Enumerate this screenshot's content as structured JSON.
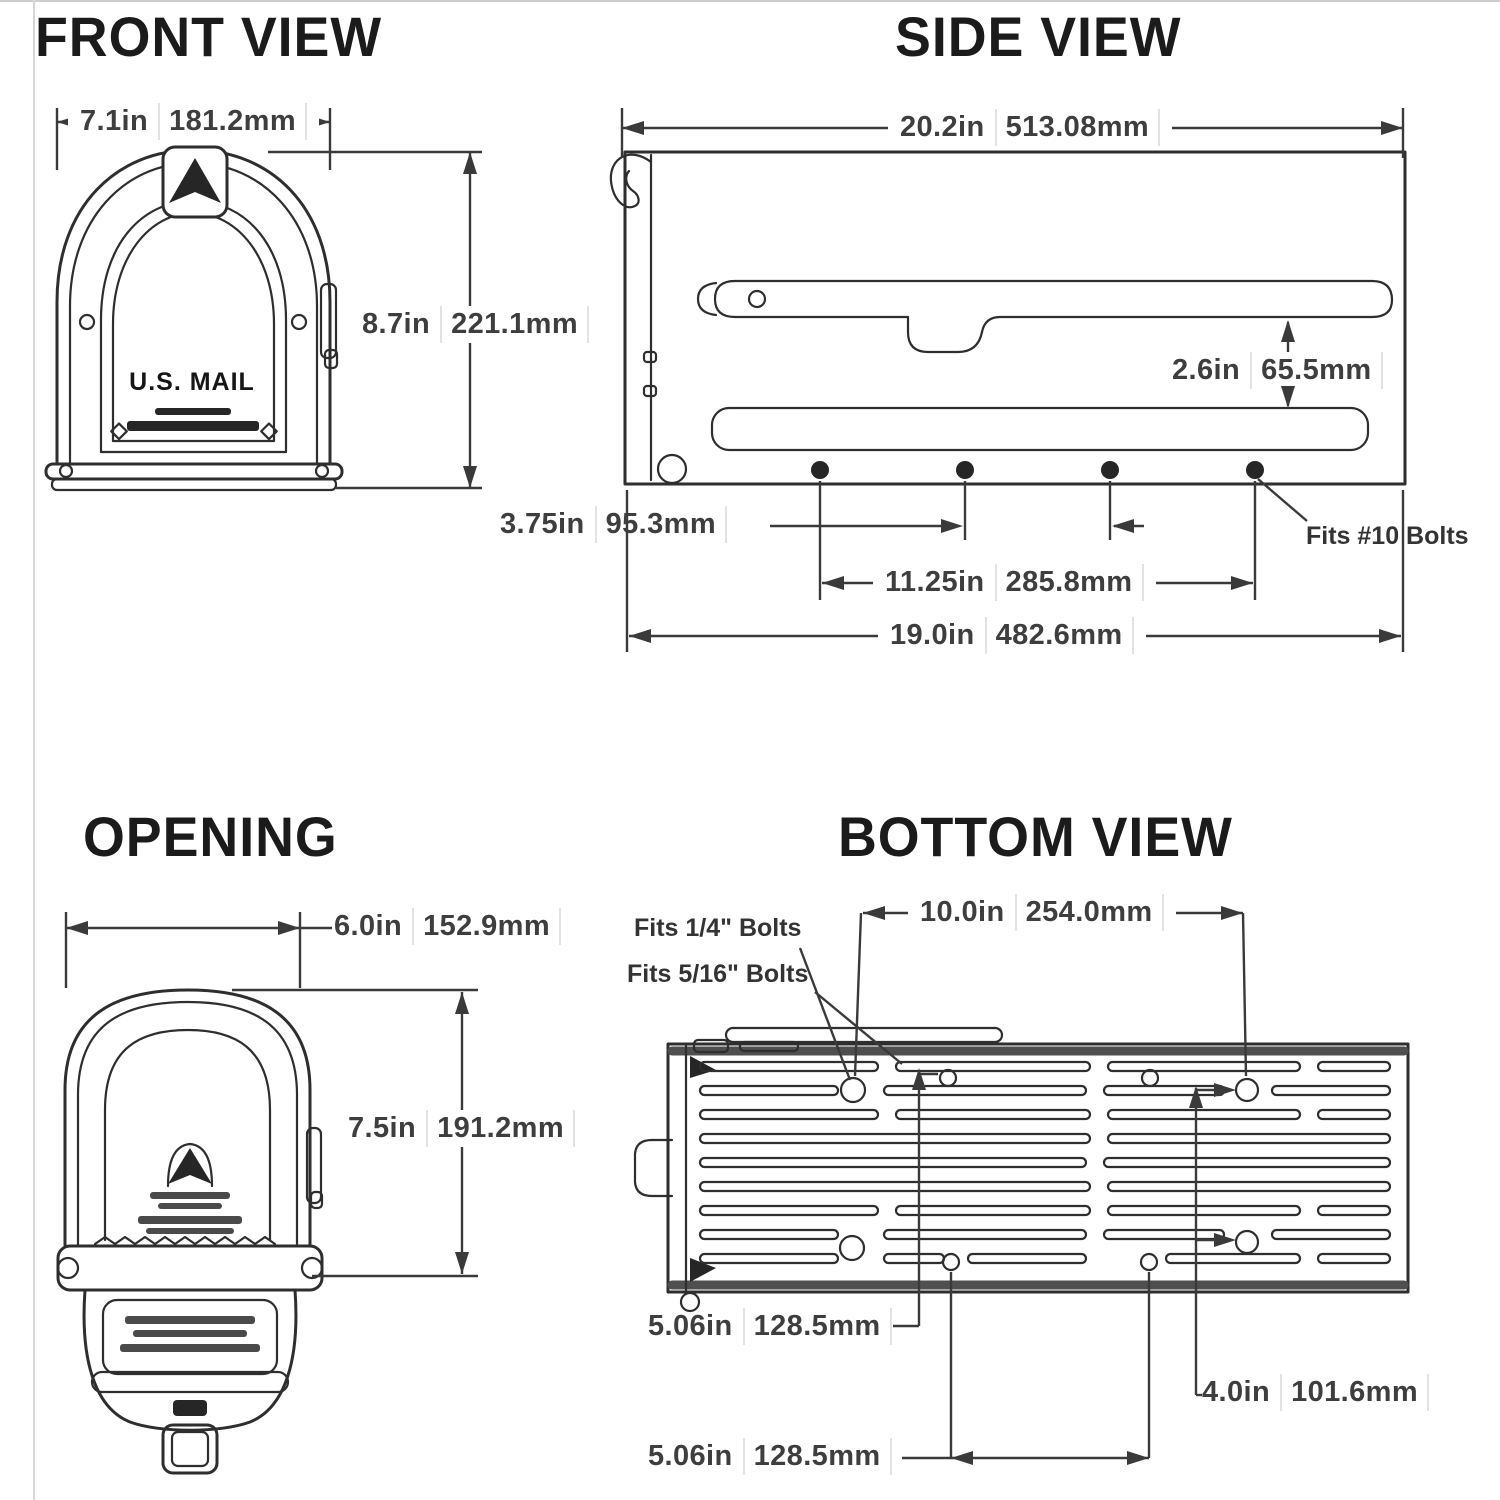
{
  "front_view": {
    "title": "FRONT VIEW",
    "emblem": "U.S. MAIL",
    "dims": {
      "width": {
        "in": "7.1in",
        "mm": "181.2mm"
      },
      "height": {
        "in": "8.7in",
        "mm": "221.1mm"
      }
    }
  },
  "side_view": {
    "title": "SIDE VIEW",
    "dims": {
      "length": {
        "in": "20.2in",
        "mm": "513.08mm"
      },
      "clearance": {
        "in": "2.6in",
        "mm": "65.5mm"
      },
      "bolt_inner": {
        "in": "3.75in",
        "mm": "95.3mm"
      },
      "bolt_outer": {
        "in": "11.25in",
        "mm": "285.8mm"
      },
      "base": {
        "in": "19.0in",
        "mm": "482.6mm"
      }
    },
    "bolt_note": "Fits #10 Bolts"
  },
  "opening_view": {
    "title": "OPENING",
    "dims": {
      "width": {
        "in": "6.0in",
        "mm": "152.9mm"
      },
      "height": {
        "in": "7.5in",
        "mm": "191.2mm"
      }
    }
  },
  "bottom_view": {
    "title": "BOTTOM VIEW",
    "notes": {
      "quarter_bolts": "Fits 1/4\" Bolts",
      "five_sixteenth_bolts": "Fits 5/16\" Bolts"
    },
    "dims": {
      "hole_span": {
        "in": "10.0in",
        "mm": "254.0mm"
      },
      "left_spacing": {
        "in": "5.06in",
        "mm": "128.5mm"
      },
      "lower_spacing": {
        "in": "5.06in",
        "mm": "128.5mm"
      },
      "right_spacing": {
        "in": "4.0in",
        "mm": "101.6mm"
      }
    }
  }
}
